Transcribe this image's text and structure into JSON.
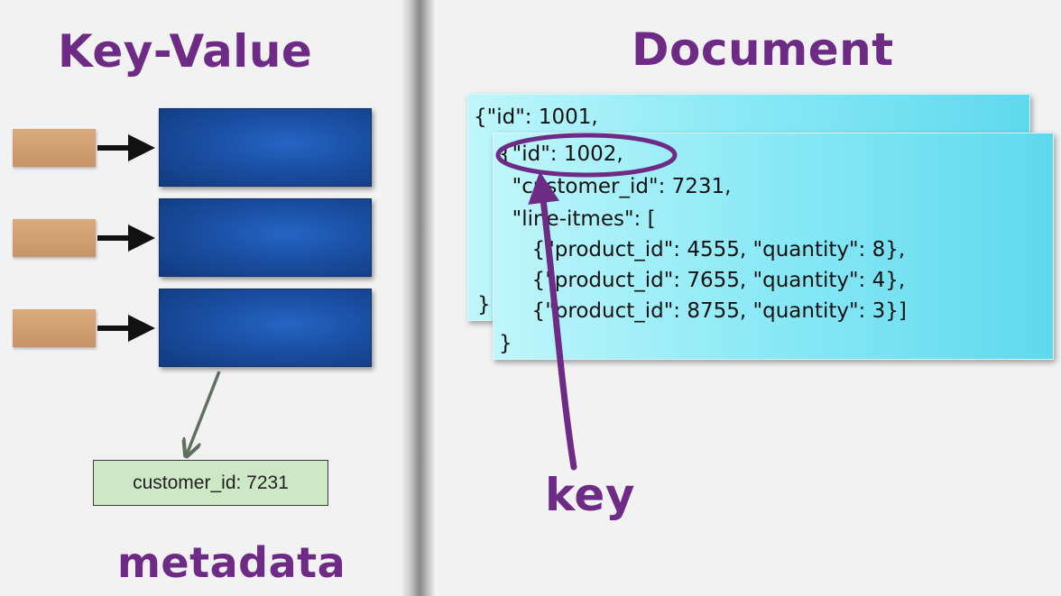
{
  "titles": {
    "left": "Key-Value",
    "right": "Document"
  },
  "left_panel": {
    "key_count": 3,
    "metadata_box": "customer_id: 7231",
    "metadata_label": "metadata"
  },
  "right_panel": {
    "back_doc": {
      "first_line": "{\"id\": 1001,",
      "closing": "}"
    },
    "front_doc": {
      "lines": [
        "{\"id\": 1002,",
        "  \"customer_id\": 7231,",
        "  \"line-itmes\": [",
        "     {\"product_id\": 4555, \"quantity\": 8},",
        "     {\"product_id\": 7655, \"quantity\": 4},",
        "     {\"product_id\": 8755, \"quantity\": 3}]",
        "}"
      ]
    },
    "key_label": "key"
  },
  "colors": {
    "title_purple": "#6d2b86",
    "value_blue": "#1a4fa3",
    "key_tan": "#d0a070",
    "metadata_green": "#cde8c4",
    "doc_cyan": "#8eeaf6"
  }
}
